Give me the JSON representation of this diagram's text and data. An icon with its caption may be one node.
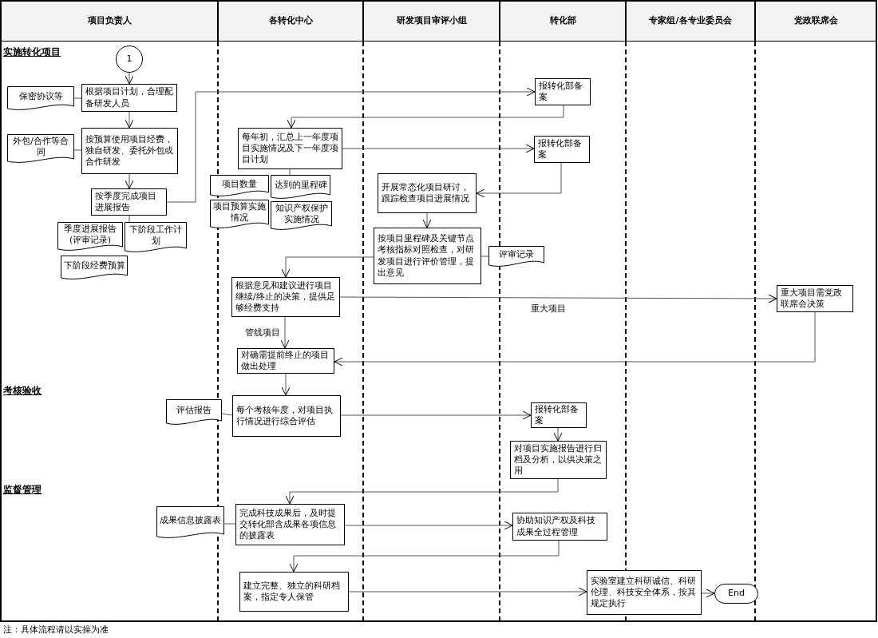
{
  "diagram": {
    "nodes": [
      {
        "text": [
          "项目负责人"
        ]
      },
      {
        "text": [
          "各转化中心"
        ]
      },
      {
        "text": [
          "研发项目审评小组"
        ]
      },
      {
        "text": [
          "转化部"
        ]
      },
      {
        "text": [
          "专家组/各专业委员会"
        ]
      },
      {
        "text": [
          "党政联席会"
        ]
      },
      {
        "text": [
          "1"
        ]
      },
      {
        "text": [
          "保密协议等"
        ]
      },
      {
        "text": [
          "根据项目计划，合理配备研发人员"
        ]
      },
      {
        "text": [
          "报转化部备案"
        ]
      },
      {
        "text": [
          "外包/合作等合同"
        ]
      },
      {
        "text": [
          "按预算使用项目经费，独自研发、委托外包或合作研发"
        ]
      },
      {
        "text": [
          "每年初，汇总上一年度项目实施情况及下一年度项目计划"
        ]
      },
      {
        "text": [
          "报转化部备案"
        ]
      },
      {
        "text": [
          "按季度完成项目进展报告"
        ]
      },
      {
        "text": [
          "项目数量"
        ]
      },
      {
        "text": [
          "达到的里程碑"
        ]
      },
      {
        "text": [
          "项目预算实施情况"
        ]
      },
      {
        "text": [
          "知识产权保护实施情况"
        ]
      },
      {
        "text": [
          "开展常态化项目研讨，跟踪检查项目进展情况"
        ]
      },
      {
        "text": [
          "季度进展报告(评审记录)"
        ]
      },
      {
        "text": [
          "下阶段工作计划"
        ]
      },
      {
        "text": [
          "下阶段经费预算"
        ]
      },
      {
        "text": [
          "按项目里程碑及关键节点考核指标对照检查，对研发项目进行评价管理，提出意见"
        ]
      },
      {
        "text": [
          "评审记录"
        ]
      },
      {
        "text": [
          "根据意见和建议进行项目继续/终止的决策，提供足够经费支持"
        ]
      },
      {
        "text": [
          "重大项目需党政联席会决策"
        ]
      },
      {
        "text": [
          "对确需提前终止的项目做出处理"
        ]
      },
      {
        "text": [
          "评估报告"
        ]
      },
      {
        "text": [
          "每个考核年度，对项目执行情况进行综合评估"
        ]
      },
      {
        "text": [
          "报转化部备案"
        ]
      },
      {
        "text": [
          "对项目实施报告进行归档及分析，以供决策之用"
        ]
      },
      {
        "text": [
          "成果信息披露表"
        ]
      },
      {
        "text": [
          "完成科技成果后，及时提交转化部含成果各项信息的披露表"
        ]
      },
      {
        "text": [
          "协助知识产权及科技成果全过程管理"
        ]
      },
      {
        "text": [
          "建立完整、独立的科研档案，指定专人保管"
        ]
      },
      {
        "text": [
          "实验室建立科研诚信、科研伦理、科技安全体系，按其规定执行"
        ]
      },
      {
        "text": [
          "End"
        ]
      }
    ],
    "edges": [
      {
        "from": 6,
        "to": 8,
        "arrow": "to"
      },
      {
        "from": 7,
        "to": 8,
        "arrow": "none"
      },
      {
        "from": 14,
        "to": 9,
        "arrow": "to"
      },
      {
        "from": 9,
        "to": 12,
        "arrow": "to"
      },
      {
        "from": 8,
        "to": 11,
        "arrow": "to"
      },
      {
        "from": 10,
        "to": 11,
        "arrow": "none"
      },
      {
        "from": 11,
        "to": 14,
        "arrow": "to"
      },
      {
        "from": 12,
        "to": 13,
        "arrow": "to"
      },
      {
        "from": 13,
        "to": 19,
        "arrow": "to"
      },
      {
        "from": 12,
        "to": 16,
        "arrow": "none"
      },
      {
        "from": 14,
        "to": 21,
        "arrow": "none"
      },
      {
        "from": 19,
        "to": 23,
        "arrow": "to"
      },
      {
        "from": 23,
        "to": 24,
        "arrow": "none"
      },
      {
        "from": 23,
        "to": 25,
        "arrow": "to"
      },
      {
        "from": 25,
        "to": 26,
        "arrow": "to",
        "label": "重大项目"
      },
      {
        "from": 25,
        "to": 27,
        "arrow": "to",
        "label": "管线项目"
      },
      {
        "from": 26,
        "to": 27,
        "arrow": "to"
      },
      {
        "from": 27,
        "to": 29,
        "arrow": "to"
      },
      {
        "from": 28,
        "to": 29,
        "arrow": "none"
      },
      {
        "from": 29,
        "to": 30,
        "arrow": "to"
      },
      {
        "from": 30,
        "to": 31,
        "arrow": "to"
      },
      {
        "from": 31,
        "to": 33,
        "arrow": "to"
      },
      {
        "from": 32,
        "to": 33,
        "arrow": "none"
      },
      {
        "from": 33,
        "to": 34,
        "arrow": "to"
      },
      {
        "from": 34,
        "to": 35,
        "arrow": "to"
      },
      {
        "from": 35,
        "to": 36,
        "arrow": "to"
      },
      {
        "from": 36,
        "to": 37,
        "arrow": "to"
      }
    ],
    "labels": [
      "实施转化项目",
      "考核验收",
      "监督管理",
      "注：具体流程请以实操为准"
    ]
  }
}
